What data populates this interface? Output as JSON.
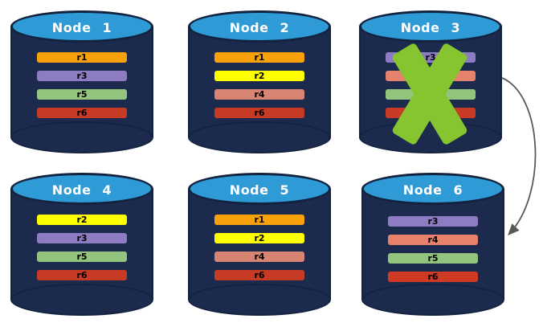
{
  "palette": {
    "cylinder_body": "#1B2A4D",
    "cylinder_top": "#2E9AD6",
    "cylinder_outline": "#13223E",
    "title_color": "#FFFFFF",
    "bar_label_color": "#000000"
  },
  "nodes": [
    {
      "label": "Node 1",
      "failed": false,
      "replicas": [
        {
          "name": "r1",
          "color": "#F9A10A"
        },
        {
          "name": "r3",
          "color": "#8E7CC3"
        },
        {
          "name": "r5",
          "color": "#93C47D"
        },
        {
          "name": "r6",
          "color": "#C73B24"
        }
      ]
    },
    {
      "label": "Node 2",
      "failed": false,
      "replicas": [
        {
          "name": "r1",
          "color": "#F9A10A"
        },
        {
          "name": "r2",
          "color": "#FDFF00"
        },
        {
          "name": "r4",
          "color": "#D88473"
        },
        {
          "name": "r6",
          "color": "#C73B24"
        }
      ]
    },
    {
      "label": "Node 3",
      "failed": true,
      "replicas": [
        {
          "name": "r3",
          "color": "#8E7CC3"
        },
        {
          "name": "r4",
          "color": "#E5826E"
        },
        {
          "name": "r5",
          "color": "#93C47D"
        },
        {
          "name": "r6",
          "color": "#C73B24"
        }
      ]
    },
    {
      "label": "Node 4",
      "failed": false,
      "replicas": [
        {
          "name": "r2",
          "color": "#FDFF00"
        },
        {
          "name": "r3",
          "color": "#8E7CC3"
        },
        {
          "name": "r5",
          "color": "#93C47D"
        },
        {
          "name": "r6",
          "color": "#C73B24"
        }
      ]
    },
    {
      "label": "Node 5",
      "failed": false,
      "replicas": [
        {
          "name": "r1",
          "color": "#F9A10A"
        },
        {
          "name": "r2",
          "color": "#FDFF00"
        },
        {
          "name": "r4",
          "color": "#D88473"
        },
        {
          "name": "r6",
          "color": "#C73B24"
        }
      ]
    },
    {
      "label": "Node 6",
      "failed": false,
      "replicas": [
        {
          "name": "r3",
          "color": "#8E7CC3"
        },
        {
          "name": "r4",
          "color": "#E8816C"
        },
        {
          "name": "r5",
          "color": "#93C47D"
        },
        {
          "name": "r6",
          "color": "#CE3B22"
        }
      ]
    }
  ],
  "failure": {
    "node": "Node 3",
    "x_color": "#86C530"
  },
  "arrow": {
    "from": "Node 3",
    "to": "Node 6",
    "color": "#595959"
  }
}
